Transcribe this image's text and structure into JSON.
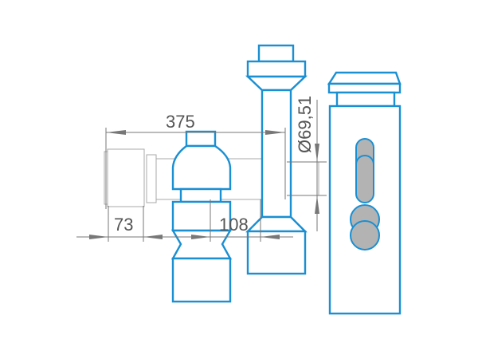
{
  "drawing": {
    "dimensions": {
      "overall_length": "375",
      "left_offset": "73",
      "center_offset": "108",
      "diameter": "Ø69,51"
    },
    "colors": {
      "outline_accent": "#1a8fd2",
      "background_part": "#aaaaaa",
      "dimension_lines": "#777777",
      "knob_fill": "#b3b3b3"
    }
  }
}
